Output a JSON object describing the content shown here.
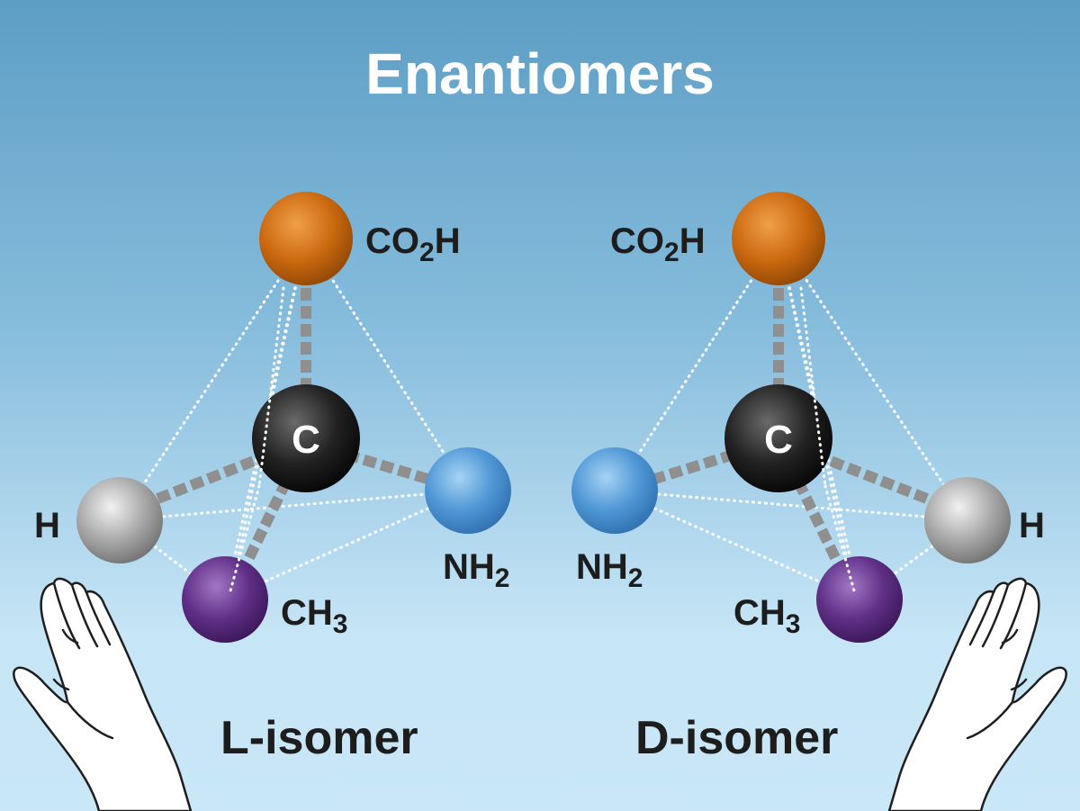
{
  "title": "Enantiomers",
  "molecules": [
    {
      "isomer_label": "L-isomer",
      "center_label": "C",
      "groups": {
        "carboxyl": {
          "text": "CO",
          "sub": "2",
          "tail": "H"
        },
        "amine": {
          "text": "NH",
          "sub": "2"
        },
        "hydrogen": {
          "text": "H"
        },
        "methyl": {
          "text": "CH",
          "sub": "3"
        }
      }
    },
    {
      "isomer_label": "D-isomer",
      "center_label": "C",
      "groups": {
        "carboxyl": {
          "text": "CO",
          "sub": "2",
          "tail": "H"
        },
        "amine": {
          "text": "NH",
          "sub": "2"
        },
        "hydrogen": {
          "text": "H"
        },
        "methyl": {
          "text": "CH",
          "sub": "3"
        }
      }
    }
  ],
  "atom_colors": {
    "carbon": "#1a1a1a",
    "carboxyl": "#c9690f",
    "amine": "#4f97d6",
    "hydrogen": "#a9a9a9",
    "methyl": "#5f2f86"
  }
}
